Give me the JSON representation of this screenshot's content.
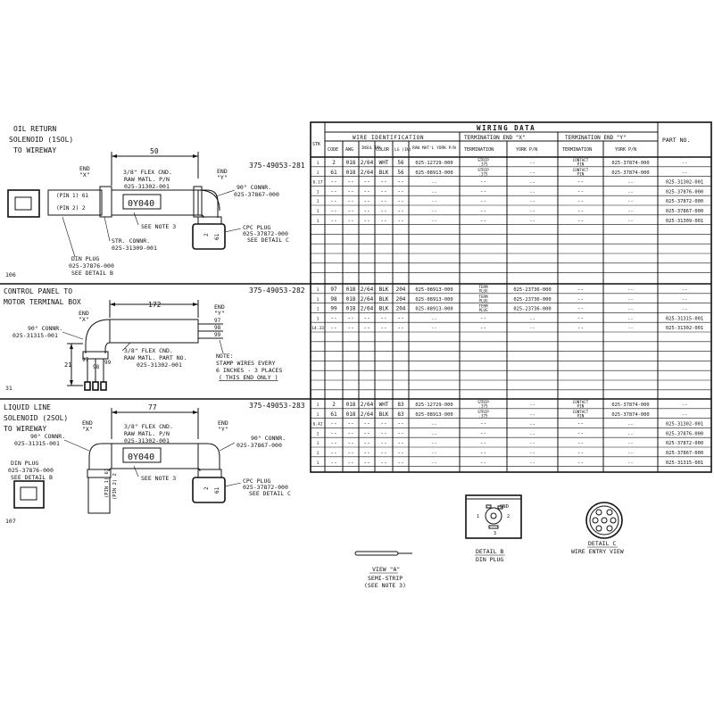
{
  "wiring": {
    "title": "WIRING DATA",
    "headers": {
      "stk": "STK",
      "wire_id": "WIRE IDENTIFICATION",
      "code": "CODE",
      "awg": "AWG",
      "insul": "INSUL THK",
      "color": "COLOR",
      "lg": "LG (IN)",
      "raw": "RAW MAT'L YORK P/N",
      "term_x": "TERMINATION END \"X\"",
      "term_y": "TERMINATION END \"Y\"",
      "termination": "TERMINATION",
      "york_pn": "YORK P/N",
      "part_no": "PART NO."
    },
    "sections": [
      {
        "rows": [
          {
            "stk": "1",
            "code": "2",
            "awg": "018",
            "insul": "2/64",
            "color": "WHT",
            "lg": "56",
            "raw": "025-12729-000",
            "tx": "STRIP .375",
            "tx_pn": "--",
            "ty": "CONTACT PIN",
            "ty_pn": "025-37874-000",
            "part": "--"
          },
          {
            "stk": "1",
            "code": "61",
            "awg": "018",
            "insul": "2/64",
            "color": "BLK",
            "lg": "56",
            "raw": "025-08913-000",
            "tx": "STRIP .375",
            "tx_pn": "--",
            "ty": "CONTACT PIN",
            "ty_pn": "025-37874-000",
            "part": "--"
          },
          {
            "stk": "6.17",
            "code": "--",
            "awg": "--",
            "insul": "--",
            "color": "--",
            "lg": "--",
            "raw": "--",
            "tx": "--",
            "tx_pn": "--",
            "ty": "--",
            "ty_pn": "--",
            "part": "025-31302-001"
          },
          {
            "stk": "1",
            "code": "--",
            "awg": "--",
            "insul": "--",
            "color": "--",
            "lg": "--",
            "raw": "--",
            "tx": "--",
            "tx_pn": "--",
            "ty": "--",
            "ty_pn": "--",
            "part": "025-37876-000"
          },
          {
            "stk": "1",
            "code": "--",
            "awg": "--",
            "insul": "--",
            "color": "--",
            "lg": "--",
            "raw": "--",
            "tx": "--",
            "tx_pn": "--",
            "ty": "--",
            "ty_pn": "--",
            "part": "025-37872-000"
          },
          {
            "stk": "1",
            "code": "--",
            "awg": "--",
            "insul": "--",
            "color": "--",
            "lg": "--",
            "raw": "--",
            "tx": "--",
            "tx_pn": "--",
            "ty": "--",
            "ty_pn": "--",
            "part": "025-37867-000"
          },
          {
            "stk": "1",
            "code": "--",
            "awg": "--",
            "insul": "--",
            "color": "--",
            "lg": "--",
            "raw": "--",
            "tx": "--",
            "tx_pn": "--",
            "ty": "--",
            "ty_pn": "--",
            "part": "025-31309-001"
          }
        ]
      },
      {
        "rows": [
          {
            "stk": "1",
            "code": "97",
            "awg": "018",
            "insul": "2/64",
            "color": "BLK",
            "lg": "204",
            "raw": "025-08913-000",
            "tx": "TERM PLUG",
            "tx_pn": "025-23736-000",
            "ty": "--",
            "ty_pn": "--",
            "part": "--"
          },
          {
            "stk": "1",
            "code": "98",
            "awg": "018",
            "insul": "2/64",
            "color": "BLK",
            "lg": "204",
            "raw": "025-08913-000",
            "tx": "TERM PLUG",
            "tx_pn": "025-23736-000",
            "ty": "--",
            "ty_pn": "--",
            "part": "--"
          },
          {
            "stk": "1",
            "code": "99",
            "awg": "018",
            "insul": "2/64",
            "color": "BLK",
            "lg": "204",
            "raw": "025-08913-000",
            "tx": "TERM PLUG",
            "tx_pn": "025-23736-000",
            "ty": "--",
            "ty_pn": "--",
            "part": "--"
          },
          {
            "stk": "1",
            "code": "--",
            "awg": "--",
            "insul": "--",
            "color": "--",
            "lg": "--",
            "raw": "--",
            "tx": "--",
            "tx_pn": "--",
            "ty": "--",
            "ty_pn": "--",
            "part": "025-31315-001"
          },
          {
            "stk": "14.33",
            "code": "--",
            "awg": "--",
            "insul": "--",
            "color": "--",
            "lg": "--",
            "raw": "--",
            "tx": "--",
            "tx_pn": "--",
            "ty": "--",
            "ty_pn": "--",
            "part": "025-31302-001"
          }
        ]
      },
      {
        "rows": [
          {
            "stk": "1",
            "code": "2",
            "awg": "018",
            "insul": "2/64",
            "color": "WHT",
            "lg": "83",
            "raw": "025-12729-000",
            "tx": "STRIP .375",
            "tx_pn": "--",
            "ty": "CONTACT PIN",
            "ty_pn": "025-37874-000",
            "part": "--"
          },
          {
            "stk": "1",
            "code": "61",
            "awg": "018",
            "insul": "2/64",
            "color": "BLK",
            "lg": "83",
            "raw": "025-08913-000",
            "tx": "STRIP .375",
            "tx_pn": "--",
            "ty": "CONTACT PIN",
            "ty_pn": "025-37874-000",
            "part": "--"
          },
          {
            "stk": "6.42",
            "code": "--",
            "awg": "--",
            "insul": "--",
            "color": "--",
            "lg": "--",
            "raw": "--",
            "tx": "--",
            "tx_pn": "--",
            "ty": "--",
            "ty_pn": "--",
            "part": "025-31302-001"
          },
          {
            "stk": "1",
            "code": "--",
            "awg": "--",
            "insul": "--",
            "color": "--",
            "lg": "--",
            "raw": "--",
            "tx": "--",
            "tx_pn": "--",
            "ty": "--",
            "ty_pn": "--",
            "part": "025-37876-000"
          },
          {
            "stk": "1",
            "code": "--",
            "awg": "--",
            "insul": "--",
            "color": "--",
            "lg": "--",
            "raw": "--",
            "tx": "--",
            "tx_pn": "--",
            "ty": "--",
            "ty_pn": "--",
            "part": "025-37872-000"
          },
          {
            "stk": "1",
            "code": "--",
            "awg": "--",
            "insul": "--",
            "color": "--",
            "lg": "--",
            "raw": "--",
            "tx": "--",
            "tx_pn": "--",
            "ty": "--",
            "ty_pn": "--",
            "part": "025-37867-000"
          },
          {
            "stk": "1",
            "code": "--",
            "awg": "--",
            "insul": "--",
            "color": "--",
            "lg": "--",
            "raw": "--",
            "tx": "--",
            "tx_pn": "--",
            "ty": "--",
            "ty_pn": "--",
            "part": "025-31315-001"
          }
        ]
      }
    ]
  },
  "assy1": {
    "title_l1": "OIL RETURN",
    "title_l2": "SOLENOID (1SOL)",
    "title_l3": "TO WIREWAY",
    "part": "375-49053-281",
    "dim": "50",
    "end_x": "END",
    "end_x2": "\"X\"",
    "end_y": "END",
    "end_y2": "\"Y\"",
    "flex1": "3/8\" FLEX CND.",
    "flex2": "RAW MATL. P/N",
    "flex3": "025-31302-001",
    "connr1": "90° CONNR.",
    "connr2": "025-37867-000",
    "tag": "0Y040",
    "note": "SEE NOTE 3",
    "pin1": "(PIN 1) 61",
    "pin2": "(PIN 2) 2",
    "str1": "STR. CONNR.",
    "str2": "025-31309-001",
    "cpc1": "CPC PLUG",
    "cpc2": "025-37872-000",
    "cpc3": "SEE DETAIL C",
    "din1": "DIN PLUG",
    "din2": "025-37876-000",
    "din3": "SEE DETAIL B",
    "pin_a": "2",
    "pin_b": "61",
    "sheet_no": "106"
  },
  "assy2": {
    "title_l1": "CONTROL PANEL TO",
    "title_l2": "MOTOR TERMINAL BOX",
    "part": "375-49053-282",
    "dim": "172",
    "dim_v": "21",
    "end_x": "END",
    "end_x2": "\"X\"",
    "end_y": "END",
    "end_y2": "\"Y\"",
    "connr1": "90° CONNR.",
    "connr2": "025-31315-001",
    "flex1": "3/8\" FLEX CND.",
    "flex2": "RAW MATL. PART NO.",
    "flex3": "025-31302-001",
    "w97": "97",
    "w98": "98",
    "w99": "99",
    "note1": "NOTE:",
    "note2": "STAMP WIRES EVERY",
    "note3": "6 INCHES - 3 PLACES",
    "note4": "( THIS END ONLY )",
    "sheet_no": "31"
  },
  "assy3": {
    "title_l1": "LIQUID LINE",
    "title_l2": "SOLENOID (2SOL)",
    "title_l3": "TO WIREWAY",
    "part": "375-49053-283",
    "dim": "77",
    "end_x": "END",
    "end_x2": "\"X\"",
    "end_y": "END",
    "end_y2": "\"Y\"",
    "flex1": "3/8\" FLEX CND.",
    "flex2": "RAW MATL. P/N",
    "flex3": "025-31302-001",
    "connr_l1": "90° CONNR.",
    "connr_l2": "025-31315-001",
    "connr_r1": "90° CONNR.",
    "connr_r2": "025-37867-000",
    "din1": "DIN PLUG",
    "din2": "025-37876-000",
    "din3": "SEE DETAIL B",
    "tag": "0Y040",
    "note": "SEE NOTE 3",
    "pin1": "(PIN 1) 61",
    "pin2": "(PIN 2) 2",
    "pin_a": "2",
    "pin_b": "61",
    "cpc1": "CPC PLUG",
    "cpc2": "025-37872-000",
    "cpc3": "SEE DETAIL C",
    "sheet_no": "107"
  },
  "details": {
    "view_a1": "VIEW \"A\"",
    "view_a2": "SEMI-STRIP",
    "view_a3": "(SEE NOTE 3)",
    "detail_b1": "DETAIL B",
    "detail_b2": "DIN PLUG",
    "detail_c1": "DETAIL C",
    "detail_c2": "WIRE ENTRY VIEW",
    "gnd": "GND"
  }
}
